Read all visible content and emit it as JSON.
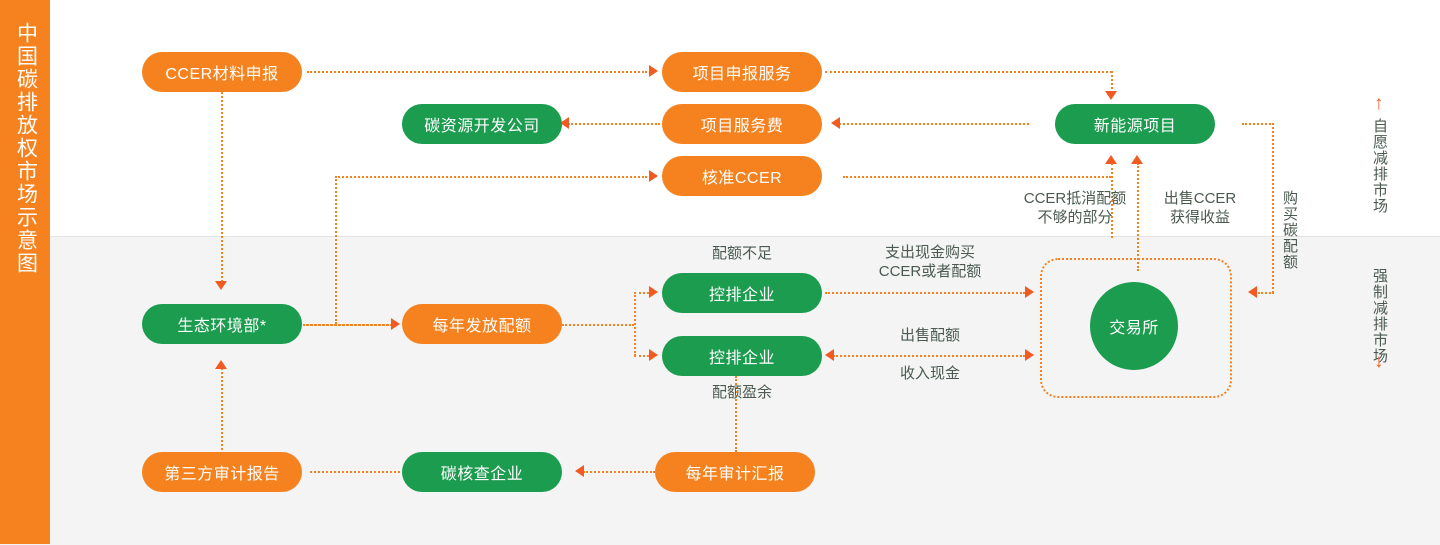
{
  "title_bar": {
    "text": "中国碳排放权市场示意图"
  },
  "sections": {
    "voluntary": {
      "label": "自愿减排市场",
      "arrow": "↑",
      "arrow_name": "up-arrow-icon"
    },
    "mandatory": {
      "label": "强制减排市场",
      "arrow": "↓",
      "arrow_name": "down-arrow-icon"
    }
  },
  "nodes": {
    "ccer_application": {
      "label": "CCER材料申报",
      "color": "orange"
    },
    "carbon_dev_company": {
      "label": "碳资源开发公司",
      "color": "green"
    },
    "project_declare": {
      "label": "项目申报服务",
      "color": "orange"
    },
    "project_fee": {
      "label": "项目服务费",
      "color": "orange"
    },
    "approve_ccer": {
      "label": "核准CCER",
      "color": "orange"
    },
    "new_energy_project": {
      "label": "新能源项目",
      "color": "green"
    },
    "eco_ministry": {
      "label": "生态环境部*",
      "color": "green"
    },
    "annual_quota": {
      "label": "每年发放配额",
      "color": "orange"
    },
    "controlled_firm_1": {
      "label": "控排企业",
      "color": "green"
    },
    "controlled_firm_2": {
      "label": "控排企业",
      "color": "green"
    },
    "exchange": {
      "label": "交易所",
      "color": "green"
    },
    "third_party_report": {
      "label": "第三方审计报告",
      "color": "orange"
    },
    "verification_firm": {
      "label": "碳核查企业",
      "color": "green"
    },
    "annual_audit": {
      "label": "每年审计汇报",
      "color": "orange"
    }
  },
  "edge_labels": {
    "ccer_offset_shortfall": "CCER抵消配额\n不够的部分",
    "sell_ccer_income": "出售CCER\n获得收益",
    "buy_carbon_quota": "购买碳配额",
    "quota_shortage": "配额不足",
    "quota_surplus": "配额盈余",
    "pay_cash_buy": "支出现金购买\nCCER或者配额",
    "sell_quota": "出售配额",
    "receive_cash": "收入现金"
  },
  "colors": {
    "orange": "#F5821F",
    "green": "#1B9C4F",
    "arrow": "#F15A22",
    "text": "#4a5a50",
    "band_top": "#ffffff",
    "band_bottom": "#f4f4f4"
  }
}
